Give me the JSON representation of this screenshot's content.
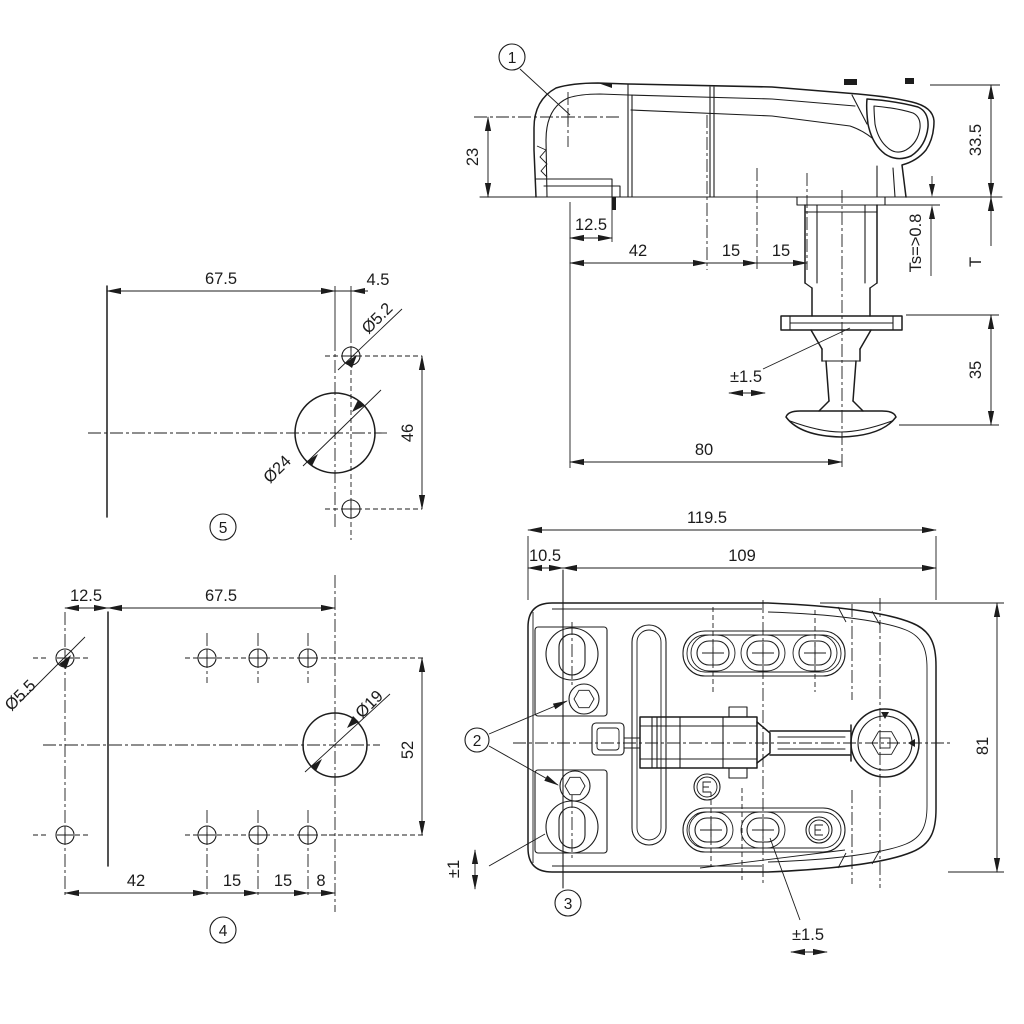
{
  "drawing": {
    "background_color": "#ffffff",
    "line_color": "#1c1c1c",
    "callouts": {
      "c1": "1",
      "c2": "2",
      "c3": "3",
      "c4": "4",
      "c5": "5"
    },
    "side_view": {
      "dim_23": "23",
      "dim_12_5": "12.5",
      "dim_42": "42",
      "dim_15a": "15",
      "dim_15b": "15",
      "dim_33_5": "33.5",
      "dim_ts": "Ts=>0.8",
      "dim_t": "T",
      "dim_35": "35",
      "dim_pm1_5": "±1.5",
      "dim_80": "80"
    },
    "template_5": {
      "dim_67_5": "67.5",
      "dim_4_5": "4.5",
      "dia_5_2": "Ø5.2",
      "dia_24": "Ø24",
      "dim_46": "46"
    },
    "template_4": {
      "dim_12_5": "12.5",
      "dim_67_5": "67.5",
      "dia_5_5": "Ø5.5",
      "dia_19": "Ø19",
      "dim_52": "52",
      "dim_42": "42",
      "dim_15a": "15",
      "dim_15b": "15",
      "dim_8": "8"
    },
    "top_view": {
      "dim_119_5": "119.5",
      "dim_10_5": "10.5",
      "dim_109": "109",
      "dim_81": "81",
      "dim_pm1": "±1",
      "dim_pm1_5": "±1.5"
    }
  }
}
